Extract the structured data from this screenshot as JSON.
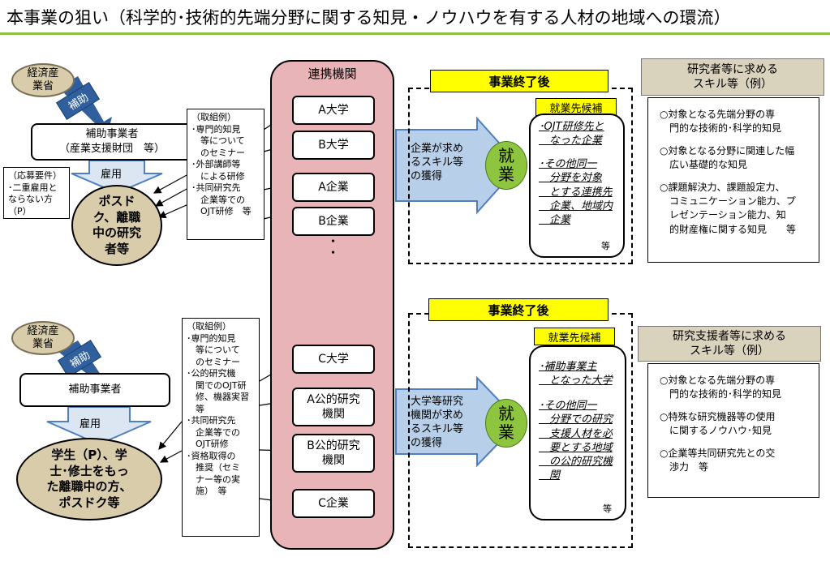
{
  "title": "本事業の狙い（科学的･技術的先端分野に関する知見・ノウハウを有する人材の地域への環流）",
  "top": {
    "ministry": "経済産\n業省",
    "hojo": "補助",
    "operator": "補助事業者\n（産業支援財団　等）",
    "koyo": "雇用",
    "requirement": "（応募要件）\n･二重雇用と\nならない方\n（P）",
    "target": "ポスド\nク、離職\n中の研究\n者等",
    "examples": "（取組例）\n･専門的知見\n　等について\n　のセミナー\n･外部講師等\n　による研修\n･共同研究先\n　企業等での\n　OJT研修　等",
    "orgs": [
      "A大学",
      "B大学",
      "A企業",
      "B企業"
    ],
    "ellipsis": "・\n・",
    "after": "事業終了後",
    "arrow_text": "企業が求め\nるスキル等\nの獲得",
    "shugyo": "就\n業",
    "cand_label": "就業先候補",
    "cand_items": [
      "･OJT研修先と\n　なった企業",
      "･その他同一\n　分野を対象\n　とする連携先\n　企業、地域内\n　企業"
    ],
    "cand_etc": "等",
    "skill_head": "研究者等に求める\nスキル等（例）",
    "skills": [
      "○対象となる先端分野の専\n　門的な技術的･科学的知見",
      "○対象となる分野に関連した幅\n　広い基礎的な知見",
      "○課題解決力、課題設定力、\n　コミュニケーション能力、プ\n　レゼンテーション能力、知\n　的財産権に関する知見　　等"
    ]
  },
  "renkei_title": "連携機関",
  "bottom": {
    "ministry": "経済産\n業省",
    "hojo": "補助",
    "operator": "補助事業者",
    "koyo": "雇用",
    "target": "学生（P）、学\n士･修士をもっ\nた離職中の方、\nポスドク等",
    "examples": "（取組例）\n･専門的知見\n　等について\n　のセミナー\n･公的研究機\n　関でのOJT研\n　修、機器実習\n　等\n･共同研究先\n　企業等での\n　OJT研修\n･資格取得の\n　推奨（セミ\n　ナー等の実\n　施）　等",
    "orgs": [
      "C大学",
      "A公的研究\n機関",
      "B公的研究\n機関",
      "C企業"
    ],
    "after": "事業終了後",
    "arrow_text": "大学等研究\n機関が求め\nるスキル等\nの獲得",
    "shugyo": "就\n業",
    "cand_label": "就業先候補",
    "cand_items": [
      "･補助事業主\n　となった大学",
      "･その他同一\n　分野での研究\n　支援人材を必\n　要とする地域\n　の公的研究機\n　関"
    ],
    "cand_etc": "等",
    "skill_head": "研究支援者等に求める\nスキル等（例）",
    "skills": [
      "○対象となる先端分野の専\n　門的な技術的･科学的知見",
      "○特殊な研究機器等の使用\n　に関するノウハウ･知見",
      "○企業等共同研究先との交\n　渉力　等"
    ]
  },
  "colors": {
    "rule": "#8cbf4a",
    "renkei": "#e8b4b8",
    "oval": "#d8ccaa",
    "arrow": "#b7cfe8",
    "shugyo": "#8dc53e",
    "hojo": "#2f5f9c",
    "yellow": "#ffff00"
  }
}
